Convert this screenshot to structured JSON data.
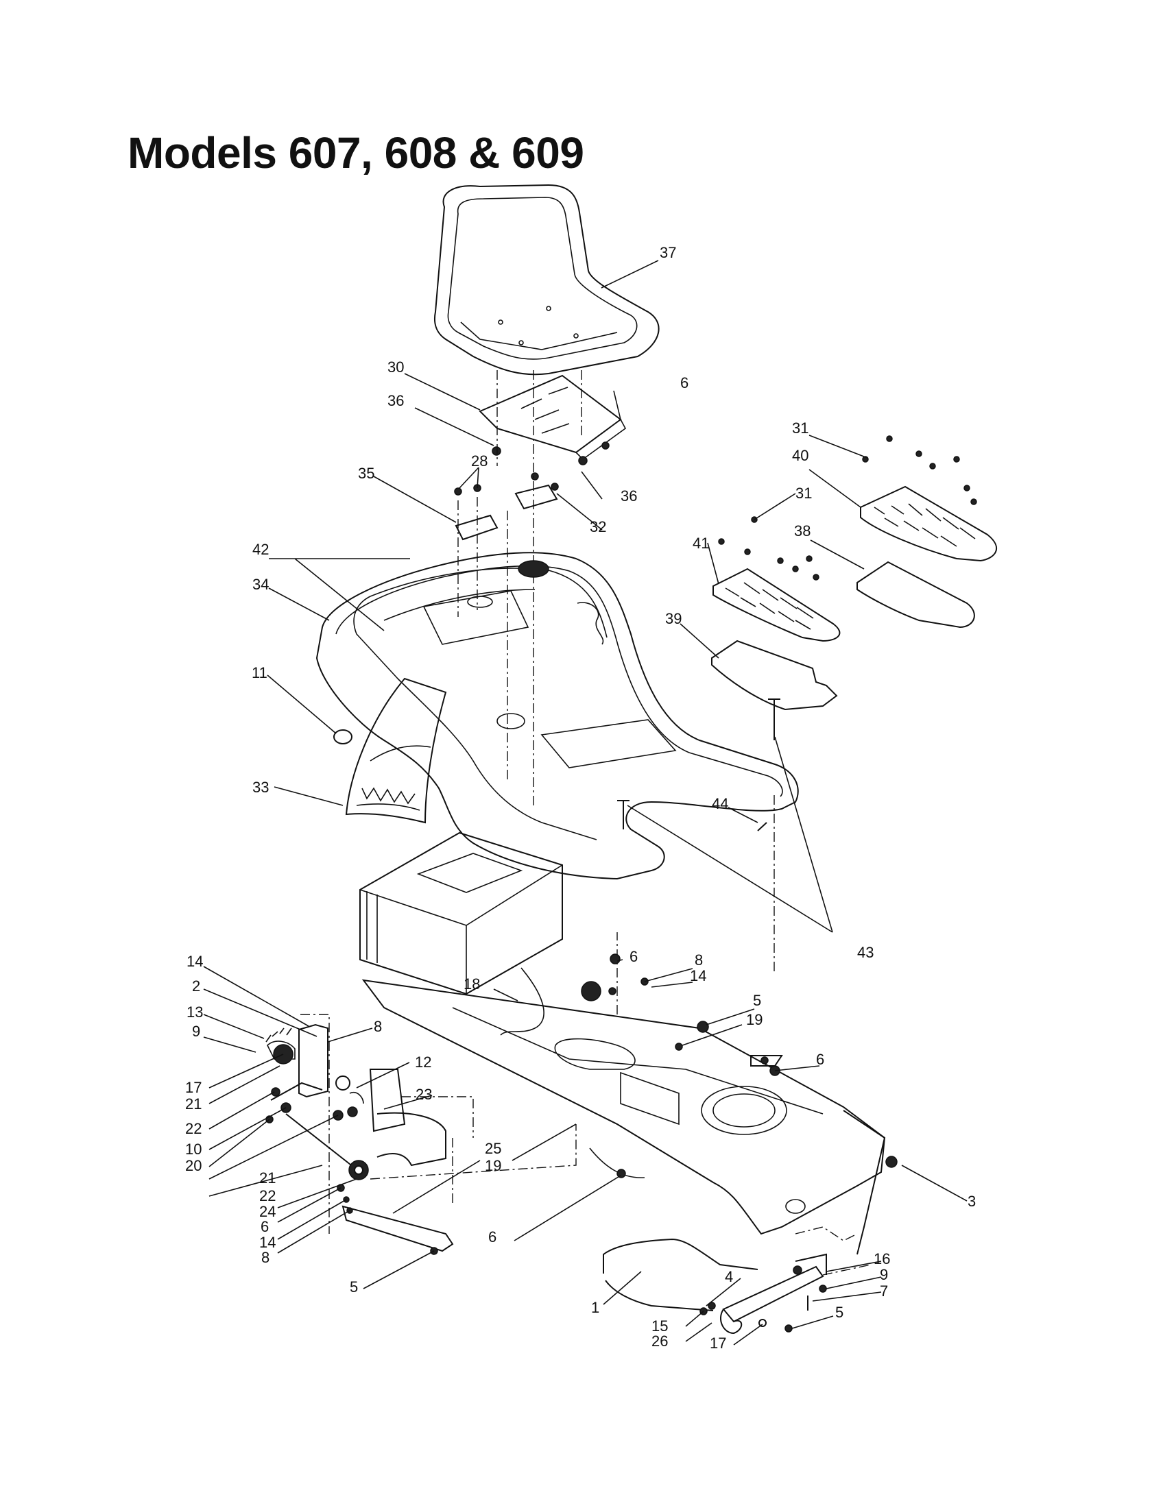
{
  "title": "Models 607, 608 & 609",
  "callouts": [
    {
      "label": "37",
      "part": "seat"
    },
    {
      "label": "30",
      "part": "seat-pan-bracket"
    },
    {
      "label": "6",
      "part": "hex-nut"
    },
    {
      "label": "36",
      "part": "hex-bolt"
    },
    {
      "label": "28",
      "part": "screw"
    },
    {
      "label": "36",
      "part": "hex-bolt"
    },
    {
      "label": "35",
      "part": "seat-hinge-bracket"
    },
    {
      "label": "32",
      "part": "seat-hinge-bracket"
    },
    {
      "label": "42",
      "part": "screw"
    },
    {
      "label": "34",
      "part": "body-fender"
    },
    {
      "label": "11",
      "part": "knob"
    },
    {
      "label": "33",
      "part": "grille"
    },
    {
      "label": "31",
      "part": "screw"
    },
    {
      "label": "40",
      "part": "footrest-mat-right"
    },
    {
      "label": "31",
      "part": "screw"
    },
    {
      "label": "38",
      "part": "footrest-pad-right"
    },
    {
      "label": "41",
      "part": "footrest-mat-left"
    },
    {
      "label": "39",
      "part": "footrest-pad-left"
    },
    {
      "label": "44",
      "part": "pin"
    },
    {
      "label": "43",
      "part": "bolt"
    },
    {
      "label": "14",
      "part": "spring"
    },
    {
      "label": "2",
      "part": "bracket"
    },
    {
      "label": "13",
      "part": "spring"
    },
    {
      "label": "9",
      "part": "cotter-pin"
    },
    {
      "label": "8",
      "part": "washer"
    },
    {
      "label": "17",
      "part": "bushing"
    },
    {
      "label": "21",
      "part": "washer"
    },
    {
      "label": "22",
      "part": "nut"
    },
    {
      "label": "10",
      "part": "screw"
    },
    {
      "label": "20",
      "part": "washer"
    },
    {
      "label": "21",
      "part": "washer"
    },
    {
      "label": "22",
      "part": "nut"
    },
    {
      "label": "12",
      "part": "spring"
    },
    {
      "label": "23",
      "part": "rod"
    },
    {
      "label": "24",
      "part": "pulley"
    },
    {
      "label": "6",
      "part": "hex-nut"
    },
    {
      "label": "14",
      "part": "spring"
    },
    {
      "label": "8",
      "part": "washer"
    },
    {
      "label": "25",
      "part": "link"
    },
    {
      "label": "19",
      "part": "cable"
    },
    {
      "label": "5",
      "part": "bolt"
    },
    {
      "label": "18",
      "part": "bolt"
    },
    {
      "label": "6",
      "part": "hex-nut"
    },
    {
      "label": "8",
      "part": "washer"
    },
    {
      "label": "14",
      "part": "spring"
    },
    {
      "label": "5",
      "part": "bolt"
    },
    {
      "label": "19",
      "part": "cable"
    },
    {
      "label": "6",
      "part": "hex-nut"
    },
    {
      "label": "3",
      "part": "bolt"
    },
    {
      "label": "6",
      "part": "hex-nut"
    },
    {
      "label": "16",
      "part": "nut"
    },
    {
      "label": "4",
      "part": "washer"
    },
    {
      "label": "9",
      "part": "cotter-pin"
    },
    {
      "label": "7",
      "part": "pin"
    },
    {
      "label": "1",
      "part": "front-axle-rod"
    },
    {
      "label": "15",
      "part": "washer"
    },
    {
      "label": "26",
      "part": "nut"
    },
    {
      "label": "17",
      "part": "bushing"
    },
    {
      "label": "5",
      "part": "bolt"
    }
  ]
}
